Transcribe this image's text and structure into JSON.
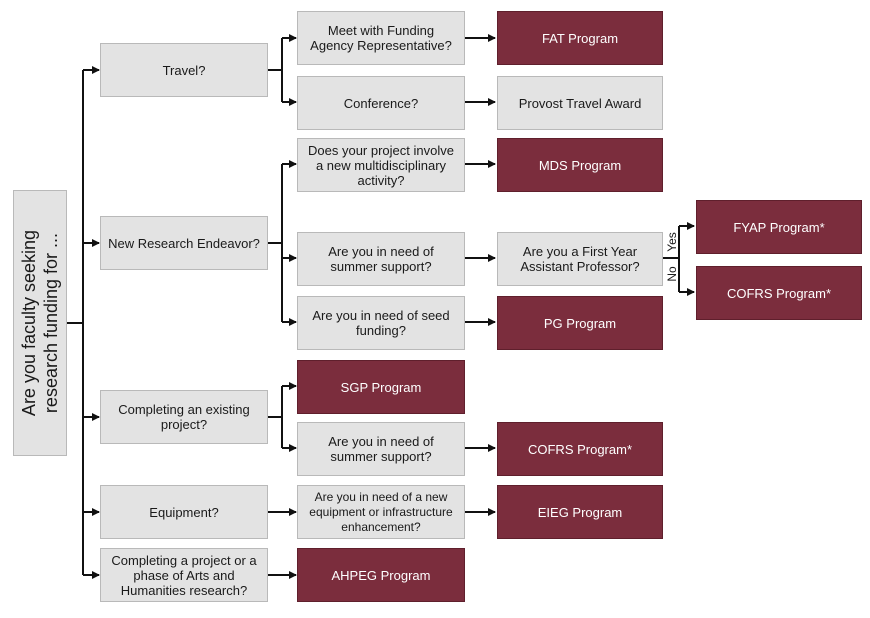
{
  "root": {
    "label": "Are you faculty seeking\nresearch funding for ..."
  },
  "categories": {
    "travel": "Travel?",
    "new_research": "New Research Endeavor?",
    "completing": "Completing an existing\nproject?",
    "equipment": "Equipment?",
    "arts": "Completing a project or a\nphase of Arts and\nHumanities research?"
  },
  "questions": {
    "meet_funding": "Meet with Funding\nAgency Representative?",
    "conference": "Conference?",
    "multidisciplinary": "Does your project involve\na new multidisciplinary\nactivity?",
    "summer_support_1": "Are you in need of\nsummer support?",
    "first_year": "Are you a First Year\nAssistant Professor?",
    "seed_funding": "Are you in need of seed\nfunding?",
    "summer_support_2": "Are you in need of\nsummer support?",
    "equipment_need": "Are you in need of a new\nequipment or infrastructure\nenhancement?"
  },
  "outcomes": {
    "fat": "FAT Program",
    "provost_travel": "Provost Travel Award",
    "mds": "MDS Program",
    "fyap": "FYAP Program*",
    "cofrs_1": "COFRS Program*",
    "pg": "PG Program",
    "sgp": "SGP Program",
    "cofrs_2": "COFRS Program*",
    "eieg": "EIEG Program",
    "ahpeg": "AHPEG Program"
  },
  "edge_labels": {
    "yes": "Yes",
    "no": "No"
  },
  "colors": {
    "question_fill": "#e3e3e3",
    "program_fill": "#7b2d3d",
    "line": "#111111"
  }
}
